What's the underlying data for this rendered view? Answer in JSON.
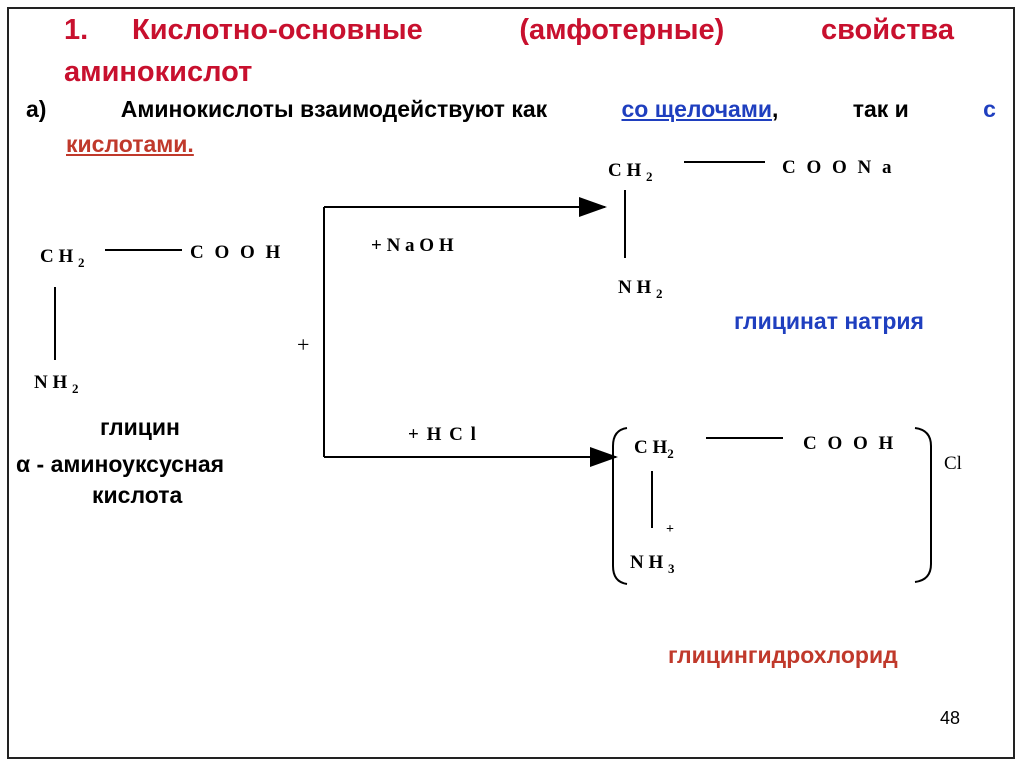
{
  "title": {
    "number": "1.",
    "line1": "Кислотно-основные (амфотерные) свойства",
    "line2": "аминокислот"
  },
  "subtitle": {
    "prefix": "а)",
    "text": "Аминокислоты взаимодействуют как",
    "alkali": "со щелочами",
    "comma": ",",
    "mid": "так и",
    "c": "с",
    "acids": "кислотами."
  },
  "glycine": {
    "ch2": "C H",
    "ch2_sub": "2",
    "cooh": "C O O H",
    "nh2": "N H",
    "nh2_sub": "2",
    "name1": "глицин",
    "alpha": "α",
    "name2": "- аминоуксусная",
    "name3": "кислота"
  },
  "plus": "+",
  "reagent_base": "+ N a O H",
  "reagent_acid": "+ H C l",
  "product_base": {
    "ch2": "C H",
    "ch2_sub": "2",
    "coona": "C O O N a",
    "nh2": "N H",
    "nh2_sub": "2",
    "name": "глицинат натрия"
  },
  "product_acid": {
    "ch2": "C H",
    "ch2_sub": "2",
    "cooh": "C O O H",
    "nh3": "N H",
    "nh3_sub": "3",
    "charge": "+",
    "cl": "Cl",
    "name": "глицингидрохлорид"
  },
  "page_number": "48",
  "colors": {
    "title": "#c8102e",
    "alkali": "#1f3fbf",
    "acid": "#c0392b"
  }
}
